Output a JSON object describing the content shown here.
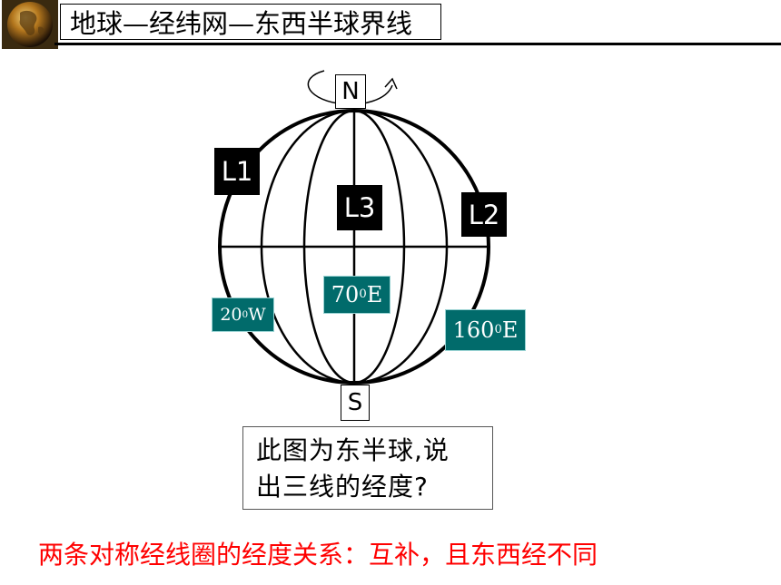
{
  "header": {
    "title": "地球—经纬网—东西半球界线"
  },
  "diagram": {
    "north_label": "N",
    "south_label": "S",
    "lines": [
      {
        "name": "L1"
      },
      {
        "name": "L2"
      },
      {
        "name": "L3"
      }
    ],
    "longitude_labels": [
      {
        "value": "20",
        "degree": "0",
        "dir": "W"
      },
      {
        "value": "70",
        "degree": "0",
        "dir": "E"
      },
      {
        "value": "160",
        "degree": "0",
        "dir": "E"
      }
    ]
  },
  "question": {
    "line1": "此图为东半球,说",
    "line2": "出三线的经度?"
  },
  "conclusion": "两条对称经线圈的经度关系：互补，且东西经不同",
  "colors": {
    "conclusion_text": "#ff0000",
    "label_bg": "#016b6b"
  }
}
